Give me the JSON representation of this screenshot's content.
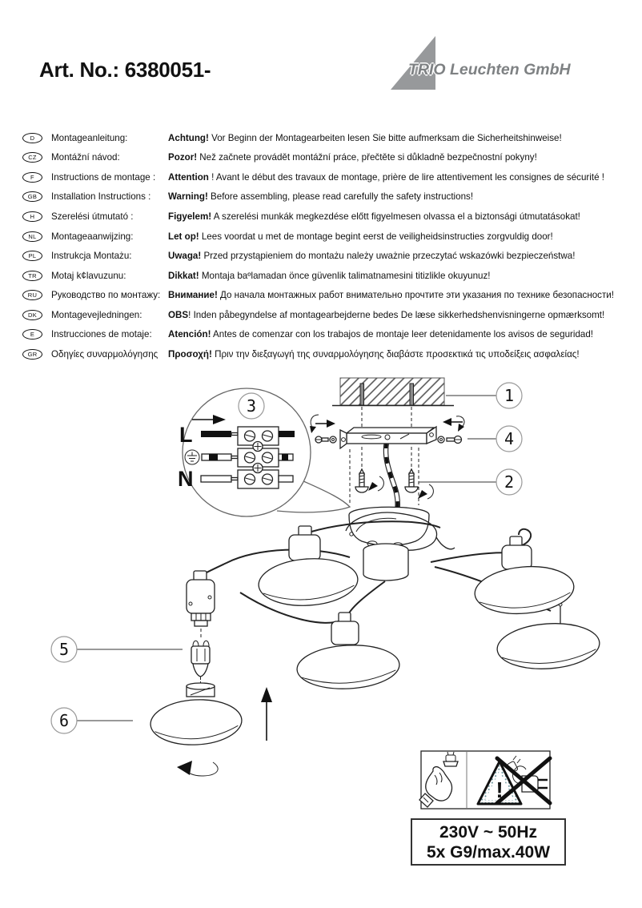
{
  "header": {
    "art_no": "Art. No.: 6380051-",
    "brand": "TRIO Leuchten GmbH",
    "logo_color": "#97999b"
  },
  "languages": [
    {
      "code": "D",
      "label": "Montageanleitung:",
      "bold": "Achtung!",
      "rest": " Vor Beginn der Montagearbeiten lesen Sie bitte aufmerksam die Sicherheitshinweise!"
    },
    {
      "code": "CZ",
      "label": "Montážní návod:",
      "bold": "Pozor!",
      "rest": " Než začnete provádět montážní práce, přečtěte si důkladně bezpečnostní pokyny!"
    },
    {
      "code": "F",
      "label": "Instructions de montage :",
      "bold": "Attention",
      "rest": " ! Avant le début des travaux de montage, prière de lire attentivement les consignes de sécurité !"
    },
    {
      "code": "GB",
      "label": "Installation Instructions :",
      "bold": "Warning!",
      "rest": " Before assembling, please read carefully the safety instructions!"
    },
    {
      "code": "H",
      "label": "Szerelési útmutató :",
      "bold": "Figyelem!",
      "rest": " A szerelési munkák megkezdése előtt figyelmesen olvassa el a biztonsági útmutatásokat!"
    },
    {
      "code": "NL",
      "label": "Montageaanwijzing:",
      "bold": "Let op!",
      "rest": " Lees voordat u met de montage begint eerst de veiligheidsinstructies zorgvuldig door!"
    },
    {
      "code": "PL",
      "label": "Instrukcja Montażu:",
      "bold": "Uwaga!",
      "rest": " Przed przystąpieniem do montażu należy uważnie przeczytać wskazówki bezpieczeństwa!"
    },
    {
      "code": "TR",
      "label": "Motaj k¢lavuzunu:",
      "bold": "Dikkat!",
      "rest": " Montaja baºlamadan önce güvenlik talimatnamesini titizlikle okuyunuz!"
    },
    {
      "code": "RU",
      "label": "Руководство по монтажу:",
      "bold": "Внимание!",
      "rest": " До начала монтажных работ внимательно прочтите эти указания по технике безопасности!"
    },
    {
      "code": "DK",
      "label": "Montagevejledningen:",
      "bold": "OBS",
      "rest": "! Inden påbegyndelse af montagearbejderne bedes De læse sikkerhedshenvisningerne opmærksomt!"
    },
    {
      "code": "E",
      "label": "Instrucciones de motaje:",
      "bold": "Atención!",
      "rest": " Antes de comenzar con los trabajos de montaje leer detenidamente los avisos de seguridad!"
    },
    {
      "code": "GR",
      "label": "Οδηγίες συναρμολόγησης",
      "bold": "Προσοχή!",
      "rest": " Πριν την διεξαγωγή της συναρμολόγησης διαβάστε προσεκτικά τις υποδείξεις ασφαλείας!"
    }
  ],
  "diagram": {
    "callout_1": "1",
    "callout_2": "2",
    "callout_3": "3",
    "callout_4": "4",
    "callout_5": "5",
    "callout_6": "6",
    "wire_live": "L",
    "wire_neutral": "N",
    "warning_mark": "!"
  },
  "specs": {
    "line1": "230V ~ 50Hz",
    "line2": "5x G9/max.40W"
  }
}
